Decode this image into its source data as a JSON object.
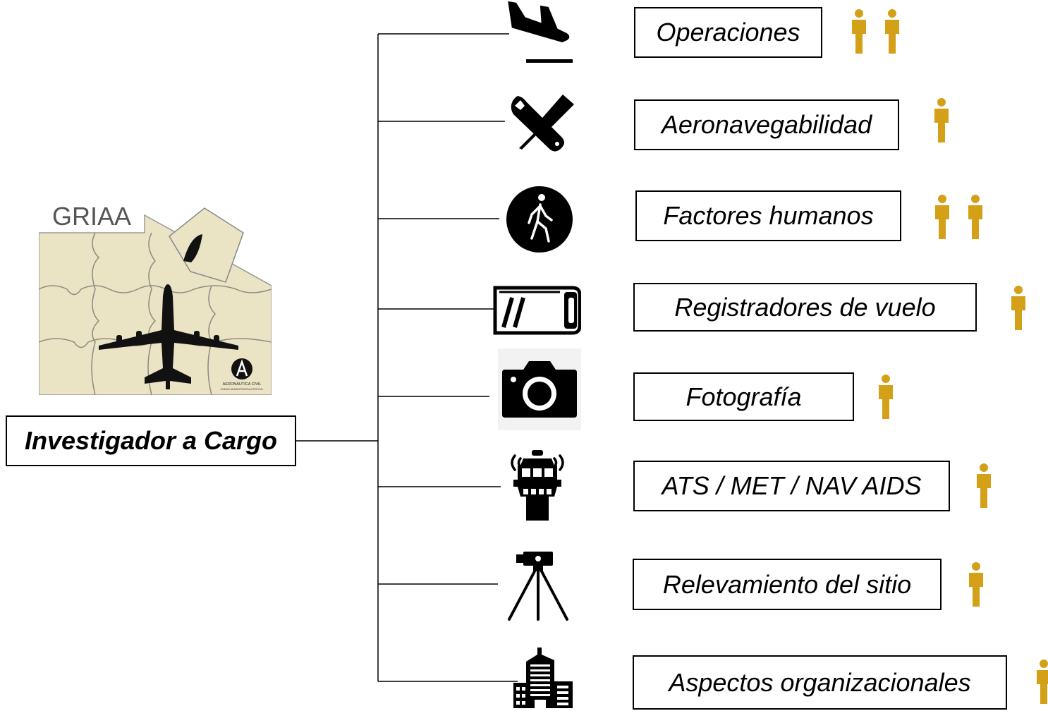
{
  "logo": {
    "title": "GRIAA",
    "seal_text": "AERONÁUTICA CIVIL",
    "seal_subtext": "UNIDAD ADMINISTRATIVA ESPECIAL"
  },
  "root": {
    "label": "Investigador a Cargo"
  },
  "colors": {
    "person": "#D4A017",
    "line": "#000000",
    "puzzle": "#EAE3C4"
  },
  "branches": [
    {
      "label": "Operaciones",
      "icon": "airplane-landing-icon",
      "people": 2
    },
    {
      "label": "Aeronavegabilidad",
      "icon": "wrench-screwdriver-icon",
      "people": 1
    },
    {
      "label": "Factores humanos",
      "icon": "walking-person-icon",
      "people": 2
    },
    {
      "label": "Registradores de vuelo",
      "icon": "flight-recorder-icon",
      "people": 1
    },
    {
      "label": "Fotografía",
      "icon": "camera-icon",
      "people": 1
    },
    {
      "label": "ATS / MET / NAV AIDS",
      "icon": "control-tower-icon",
      "people": 1
    },
    {
      "label": "Relevamiento del sitio",
      "icon": "tripod-icon",
      "people": 1
    },
    {
      "label": "Aspectos organizacionales",
      "icon": "building-icon",
      "people": 1
    }
  ]
}
